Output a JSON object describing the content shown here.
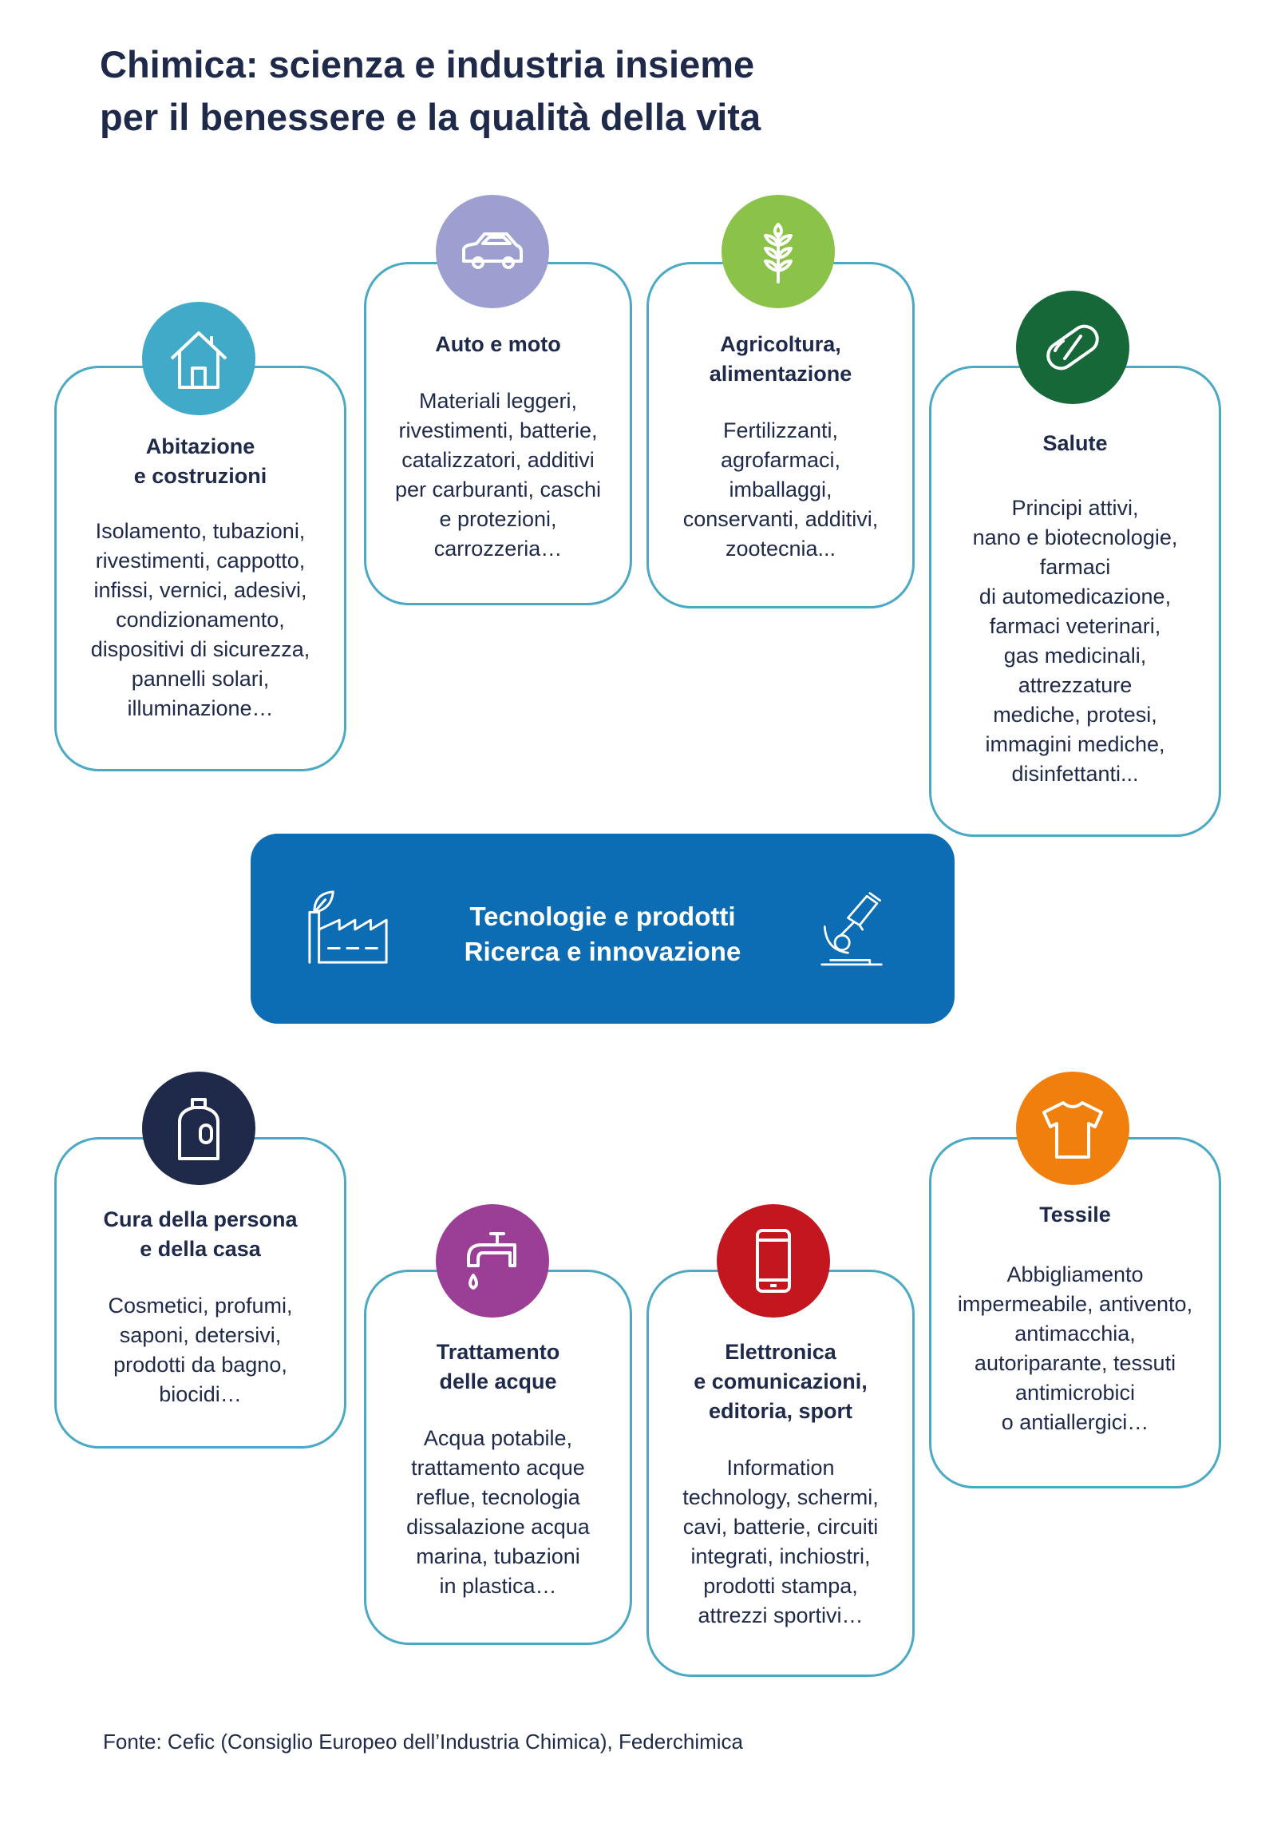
{
  "title": {
    "line1": "Chimica: scienza e industria insieme",
    "line2": "per il benessere e la qualità della vita"
  },
  "center": {
    "line1": "Tecnologie e prodotti",
    "line2": "Ricerca e innovazione",
    "left_icon": "factory-leaf-icon",
    "right_icon": "microscope-icon"
  },
  "sectors": {
    "abitazione": {
      "title": [
        "Abitazione",
        "e costruzioni"
      ],
      "body": [
        "Isolamento, tubazioni,",
        "rivestimenti, cappotto,",
        "infissi, vernici, adesivi,",
        "condizionamento,",
        "dispositivi di sicurezza,",
        "pannelli solari,",
        "illuminazione…"
      ],
      "icon": "house-icon",
      "color": "#40aac8"
    },
    "auto": {
      "title": [
        "Auto e moto"
      ],
      "body": [
        "Materiali leggeri,",
        "rivestimenti, batterie,",
        "catalizzatori, additivi",
        "per carburanti, caschi",
        "e protezioni,",
        "carrozzeria…"
      ],
      "icon": "car-icon",
      "color": "#9d9fd0"
    },
    "agricoltura": {
      "title": [
        "Agricoltura,",
        "alimentazione"
      ],
      "body": [
        "Fertilizzanti,",
        "agrofarmaci,",
        "imballaggi,",
        "conservanti, additivi,",
        "zootecnia..."
      ],
      "icon": "wheat-icon",
      "color": "#8bc34a"
    },
    "salute": {
      "title": [
        "Salute"
      ],
      "body": [
        "Principi attivi,",
        "nano e biotecnologie,",
        "farmaci",
        "di automedicazione,",
        "farmaci veterinari,",
        "gas medicinali,",
        "attrezzature",
        "mediche, protesi,",
        "immagini mediche,",
        "disinfettanti..."
      ],
      "icon": "pill-icon",
      "color": "#176838"
    },
    "cura": {
      "title": [
        "Cura della persona",
        "e della casa"
      ],
      "body": [
        "Cosmetici, profumi,",
        "saponi, detersivi,",
        "prodotti da bagno,",
        "biocidi…"
      ],
      "icon": "bottle-icon",
      "color": "#1f2a4a"
    },
    "acque": {
      "title": [
        "Trattamento",
        "delle acque"
      ],
      "body": [
        "Acqua potabile,",
        "trattamento acque",
        "reflue, tecnologia",
        "dissalazione acqua",
        "marina, tubazioni",
        "in plastica…"
      ],
      "icon": "faucet-icon",
      "color": "#9b3e95"
    },
    "elettronica": {
      "title": [
        "Elettronica",
        "e comunicazioni,",
        "editoria, sport"
      ],
      "body": [
        "Information",
        "technology, schermi,",
        "cavi, batterie, circuiti",
        "integrati, inchiostri,",
        "prodotti stampa,",
        "attrezzi sportivi…"
      ],
      "icon": "smartphone-icon",
      "color": "#c3161f"
    },
    "tessile": {
      "title": [
        "Tessile"
      ],
      "body": [
        "Abbigliamento",
        "impermeabile, antivento,",
        "antimacchia,",
        "autoriparante, tessuti",
        "antimicrobici",
        "o antiallergici…"
      ],
      "icon": "tshirt-icon",
      "color": "#f07f0d"
    }
  },
  "source": "Fonte: Cefic (Consiglio Europeo dell’Industria Chimica), Federchimica"
}
